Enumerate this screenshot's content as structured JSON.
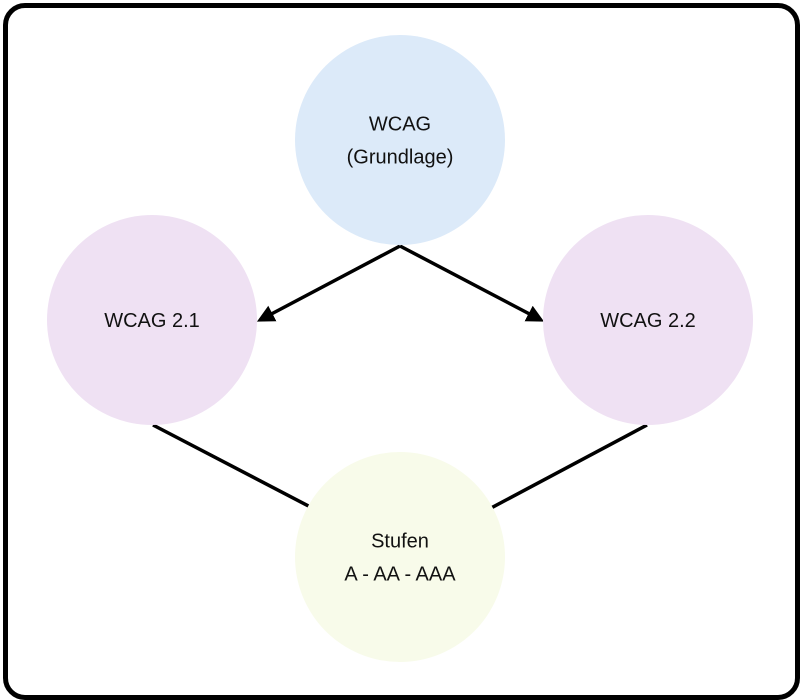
{
  "diagram": {
    "nodes": [
      {
        "id": "wcag",
        "lines": [
          "WCAG",
          "(Grundlage)"
        ],
        "color": "#dceaf9"
      },
      {
        "id": "wcag21",
        "lines": [
          "WCAG 2.1"
        ],
        "color": "#efe1f3"
      },
      {
        "id": "wcag22",
        "lines": [
          "WCAG 2.2"
        ],
        "color": "#efe1f3"
      },
      {
        "id": "stufen",
        "lines": [
          "Stufen",
          "A - AA - AAA"
        ],
        "color": "#f8fbea"
      }
    ],
    "edges": [
      {
        "from": "wcag",
        "to": "wcag21"
      },
      {
        "from": "wcag",
        "to": "wcag22"
      },
      {
        "from": "wcag21",
        "to": "stufen"
      },
      {
        "from": "wcag22",
        "to": "stufen"
      }
    ],
    "border_color": "#000000",
    "edge_color": "#000000"
  }
}
